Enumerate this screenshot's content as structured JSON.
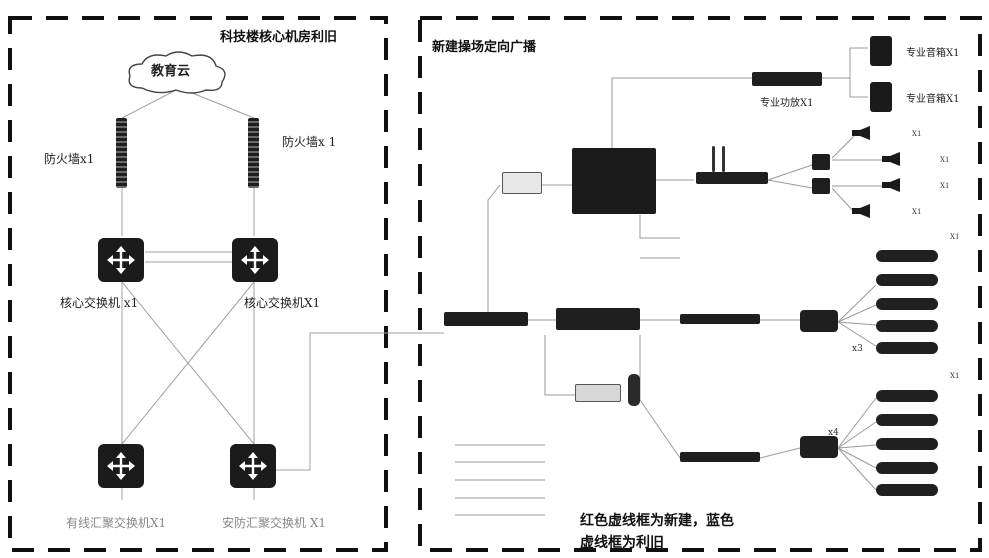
{
  "left_panel": {
    "title": "科技楼核心机房利旧",
    "cloud_label": "教育云",
    "firewall_left_label": "防火墙x1",
    "firewall_right_label": "防火墙x 1",
    "core_switch_left_label": "核心交换机  x1",
    "core_switch_right_label": "核心交换机X1",
    "agg_switch_left_label": "有线汇聚交换机X1",
    "agg_switch_right_label": "安防汇聚交换机 X1"
  },
  "right_panel": {
    "title": "新建操场定向广播",
    "speaker_top_label": "专业音箱X1",
    "speaker_bottom_label": "专业音箱X1",
    "power_amp_label": "专业功放X1",
    "horn_labels": [
      "X1",
      "X1",
      "X1",
      "X1"
    ],
    "column_group_top_label": "X1",
    "column_group_bottom_label": "X1",
    "multiplier_top": "x3",
    "multiplier_bottom": "x4",
    "note_line1": "红色虚线框为新建，蓝色",
    "note_line2": "虚线框为利旧"
  },
  "colors": {
    "frame": "#111111",
    "wire": "#9a9a9a",
    "device": "#1f1f1f"
  }
}
